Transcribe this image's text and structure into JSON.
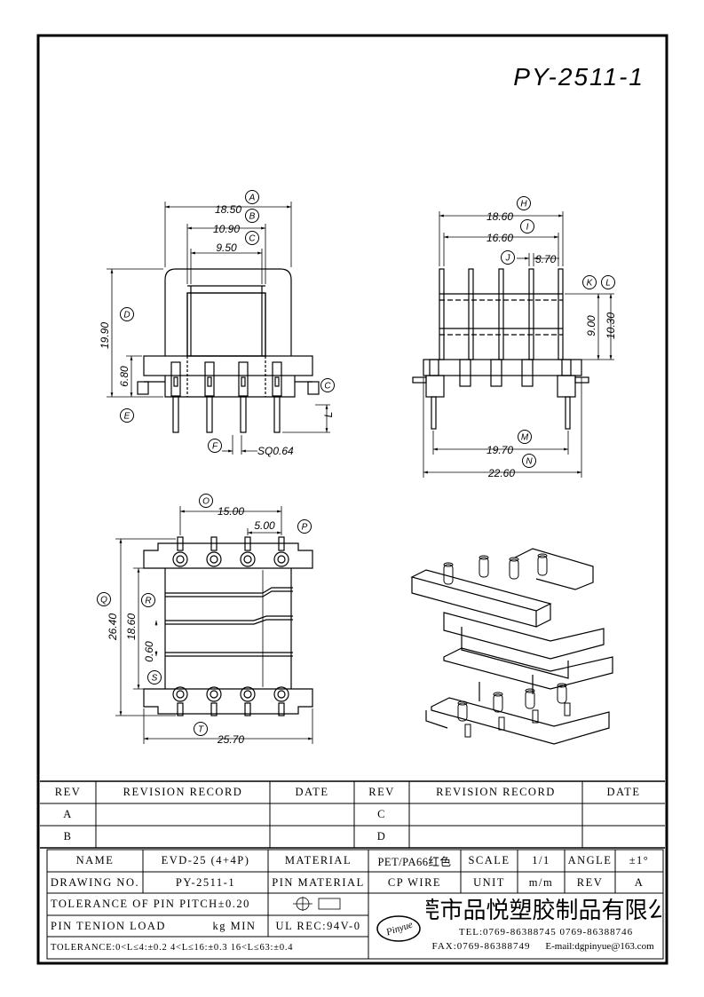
{
  "drawing_number": "PY-2511-1",
  "dims": {
    "top_left": {
      "w_outer": "18.50",
      "w_mid": "10.90",
      "w_inner": "9.50",
      "height": "19.90",
      "base_h": "6.80",
      "pin": "SQ0.64",
      "pin_len": "L"
    },
    "top_right": {
      "w1": "18.60",
      "w2": "16.60",
      "pitch": "3.70",
      "h1": "9.00",
      "h2": "10.30",
      "span": "19.70",
      "total": "22.60"
    },
    "bottom_left": {
      "pitch_span": "15.00",
      "pitch": "5.00",
      "height": "26.40",
      "inner": "18.60",
      "gap": "0.60",
      "width": "25.70"
    }
  },
  "callouts": [
    "A",
    "B",
    "C",
    "D",
    "E",
    "C",
    "F",
    "H",
    "I",
    "J",
    "K",
    "L",
    "M",
    "N",
    "O",
    "P",
    "Q",
    "R",
    "S",
    "T"
  ],
  "revision_table": {
    "headers": [
      "REV",
      "REVISION RECORD",
      "DATE",
      "REV",
      "REVISION RECORD",
      "DATE"
    ],
    "rows": [
      [
        "A",
        "",
        "",
        "C",
        "",
        ""
      ],
      [
        "B",
        "",
        "",
        "D",
        "",
        ""
      ]
    ]
  },
  "title_block": {
    "name_label": "NAME",
    "name": "EVD-25 (4+4P)",
    "material_label": "MATERIAL",
    "material": "PET/PA66红色",
    "scale_label": "SCALE",
    "scale": "1/1",
    "angle_label": "ANGLE",
    "angle": "±1°",
    "drawing_no_label": "DRAWING NO.",
    "drawing_no": "PY-2511-1",
    "pin_material_label": "PIN MATERIAL",
    "pin_material": "CP WIRE",
    "unit_label": "UNIT",
    "unit": "m/m",
    "rev_label": "REV",
    "rev": "A",
    "tolerance_pitch": "TOLERANCE OF PIN PITCH±0.20",
    "pin_tension": "PIN TENION LOAD",
    "pin_tension_unit": "kg MIN",
    "ul": "UL REC:94V-0",
    "tolerance": "TOLERANCE:0<L≤4:±0.2  4<L≤16:±0.3  16<L≤63:±0.4",
    "logo_text": "Pinyue",
    "company": "东莞市品悦塑胶制品有限公司",
    "tel": "TEL:0769-86388745    0769-86388746",
    "fax": "FAX:0769-86388749",
    "email": "E-mail:dgpinyue@163.com"
  },
  "colors": {
    "line": "#000000",
    "background": "#ffffff"
  }
}
